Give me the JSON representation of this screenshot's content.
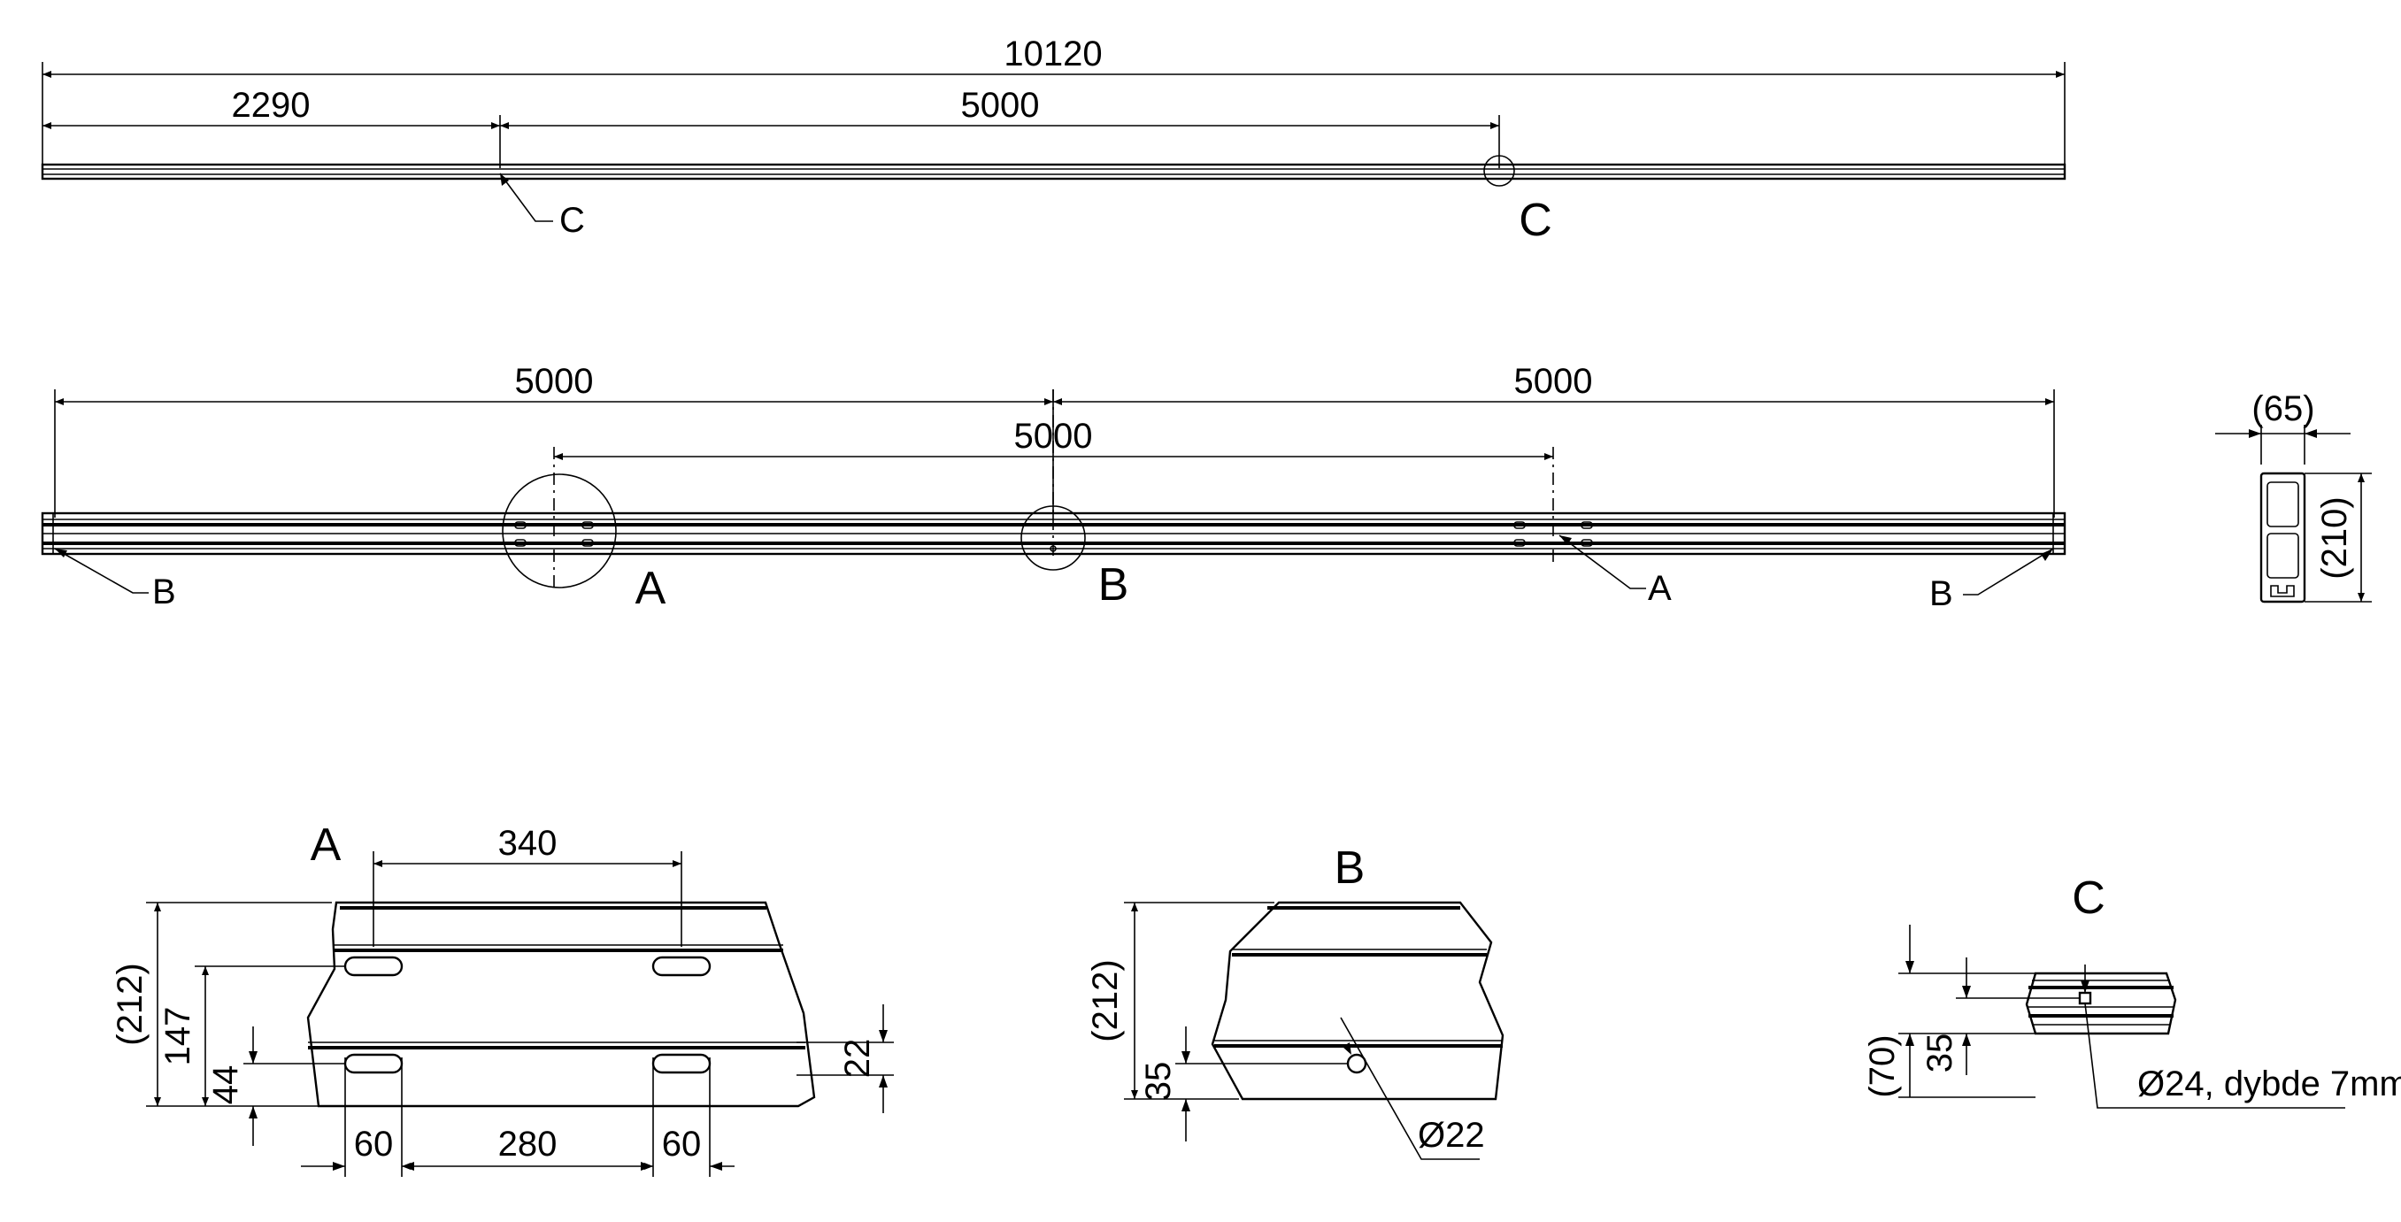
{
  "dimensions": {
    "top_total": "10120",
    "top_left": "2290",
    "top_middle": "5000",
    "mid_left": "5000",
    "mid_right": "5000",
    "mid_inner": "5000",
    "section_width": "(65)",
    "section_height": "(210)",
    "a_height": "(212)",
    "a_147": "147",
    "a_44": "44",
    "a_22": "22",
    "a_340": "340",
    "a_60_left": "60",
    "a_280": "280",
    "a_60_right": "60",
    "b_height": "(212)",
    "b_35": "35",
    "b_hole": "Ø22",
    "c_height": "(70)",
    "c_35": "35",
    "c_hole": "Ø24, dybde 7mm"
  },
  "labels": {
    "top_c_small": "C",
    "top_c_large": "C",
    "mid_b_left": "B",
    "mid_a_large": "A",
    "mid_b_large": "B",
    "mid_a_small": "A",
    "mid_b_right": "B",
    "detail_a": "A",
    "detail_b": "B",
    "detail_c": "C"
  }
}
